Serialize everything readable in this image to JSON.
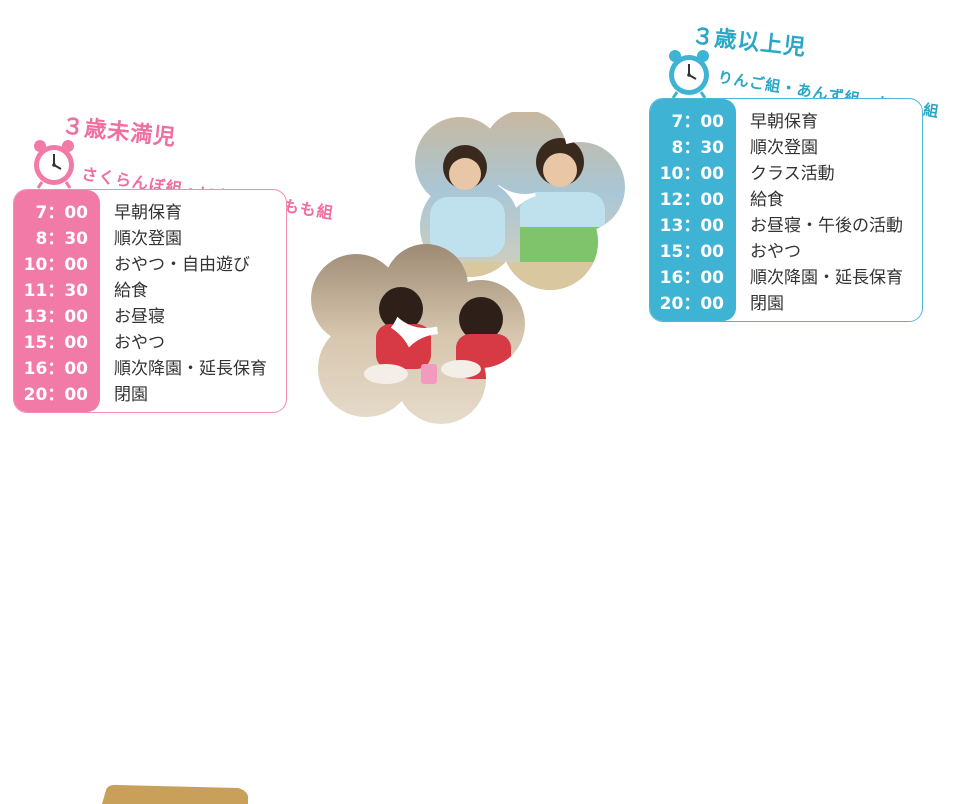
{
  "under3": {
    "age_label": "３歳未満児",
    "classes": "さくらんぼ組・いちご組・もも組",
    "color": "#f27aa7",
    "schedule": [
      {
        "time": "7：00",
        "activity": "早朝保育"
      },
      {
        "time": "8：30",
        "activity": "順次登園"
      },
      {
        "time": "10：00",
        "activity": "おやつ・自由遊び"
      },
      {
        "time": "11：30",
        "activity": "給食"
      },
      {
        "time": "13：00",
        "activity": "お昼寝"
      },
      {
        "time": "15：00",
        "activity": "おやつ"
      },
      {
        "time": "16：00",
        "activity": "順次降園・延長保育"
      },
      {
        "time": "20：00",
        "activity": "閉園"
      }
    ]
  },
  "over3": {
    "age_label": "３歳以上児",
    "classes": "りんご組・あんず組・かりん組",
    "color": "#3fb3d3",
    "schedule": [
      {
        "time": "7：00",
        "activity": "早朝保育"
      },
      {
        "time": "8：30",
        "activity": "順次登園"
      },
      {
        "time": "10：00",
        "activity": "クラス活動"
      },
      {
        "time": "12：00",
        "activity": "給食"
      },
      {
        "time": "13：00",
        "activity": "お昼寝・午後の活動"
      },
      {
        "time": "15：00",
        "activity": "おやつ"
      },
      {
        "time": "16：00",
        "activity": "順次降園・延長保育"
      },
      {
        "time": "20：00",
        "activity": "閉園"
      }
    ]
  },
  "icons": {
    "clock": "alarm-clock-icon"
  }
}
